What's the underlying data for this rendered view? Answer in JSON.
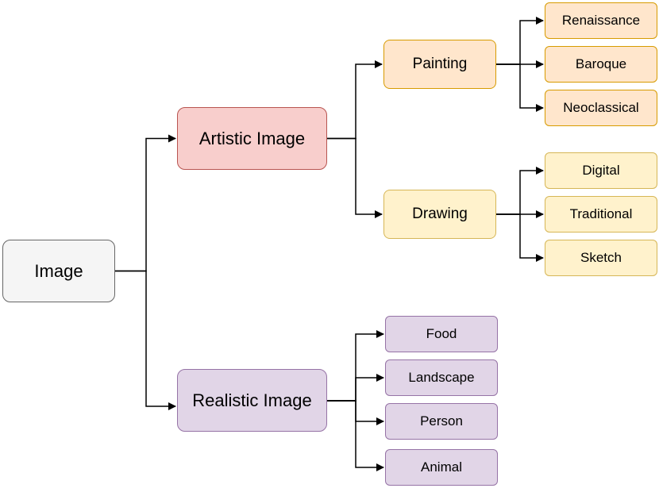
{
  "diagram": {
    "root": "Image",
    "artistic": {
      "label": "Artistic Image",
      "painting": {
        "label": "Painting",
        "children": [
          "Renaissance",
          "Baroque",
          "Neoclassical"
        ]
      },
      "drawing": {
        "label": "Drawing",
        "children": [
          "Digital",
          "Traditional",
          "Sketch"
        ]
      }
    },
    "realistic": {
      "label": "Realistic Image",
      "children": [
        "Food",
        "Landscape",
        "Person",
        "Animal"
      ]
    }
  },
  "colors": {
    "root_fill": "#f5f5f5",
    "root_stroke": "#666666",
    "artistic_fill": "#f8cecc",
    "artistic_stroke": "#b85450",
    "painting_fill": "#ffe6cc",
    "painting_stroke": "#d79b00",
    "drawing_fill": "#fff2cc",
    "drawing_stroke": "#d6b656",
    "realistic_fill": "#e1d5e7",
    "realistic_stroke": "#9673a6",
    "connector": "#000000"
  }
}
